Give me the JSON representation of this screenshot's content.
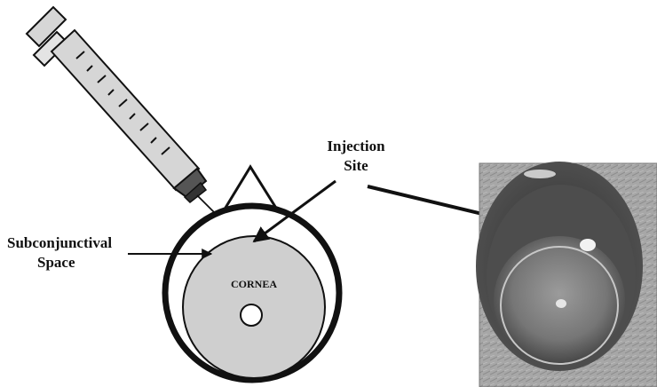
{
  "labels": {
    "injection_line1": "Injection",
    "injection_line2": "Site",
    "subconj_line1": "Subconjunctival",
    "subconj_line2": "Space",
    "cornea": "CORNEA"
  },
  "colors": {
    "ink": "#111111",
    "cornea_fill": "#cfcfcf",
    "syringe_fill": "#d6d6d6",
    "photo_background": "#8a8a8a"
  }
}
